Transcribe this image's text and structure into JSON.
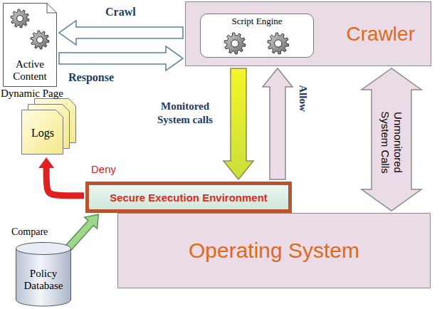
{
  "diagram": {
    "nodes": [
      {
        "text": [
          "Active Content",
          "Dynamic Page"
        ]
      },
      {
        "text": [
          "Crawler"
        ]
      },
      {
        "text": [
          "Script Engine"
        ],
        "in": 1
      },
      {
        "text": [
          "Logs"
        ]
      },
      {
        "text": [
          "Secure Execution Environment"
        ]
      },
      {
        "text": [
          "Policy Database"
        ]
      },
      {
        "text": [
          "Operating System"
        ]
      }
    ],
    "edges": [
      {
        "from": 1,
        "to": 0,
        "label": "Crawl",
        "arrow": "to"
      },
      {
        "from": 0,
        "to": 1,
        "label": "Response",
        "arrow": "to"
      },
      {
        "from": 1,
        "to": 4,
        "label": "Monitored System calls",
        "arrow": "to"
      },
      {
        "from": 4,
        "to": 1,
        "label": "Allow",
        "arrow": "to"
      },
      {
        "from": 1,
        "to": 6,
        "label": "Unmonitored System Calls",
        "arrow": "both"
      },
      {
        "from": 4,
        "to": 3,
        "label": "Deny",
        "arrow": "to"
      },
      {
        "from": 5,
        "to": 4,
        "label": "Compare",
        "arrow": "to"
      }
    ]
  }
}
